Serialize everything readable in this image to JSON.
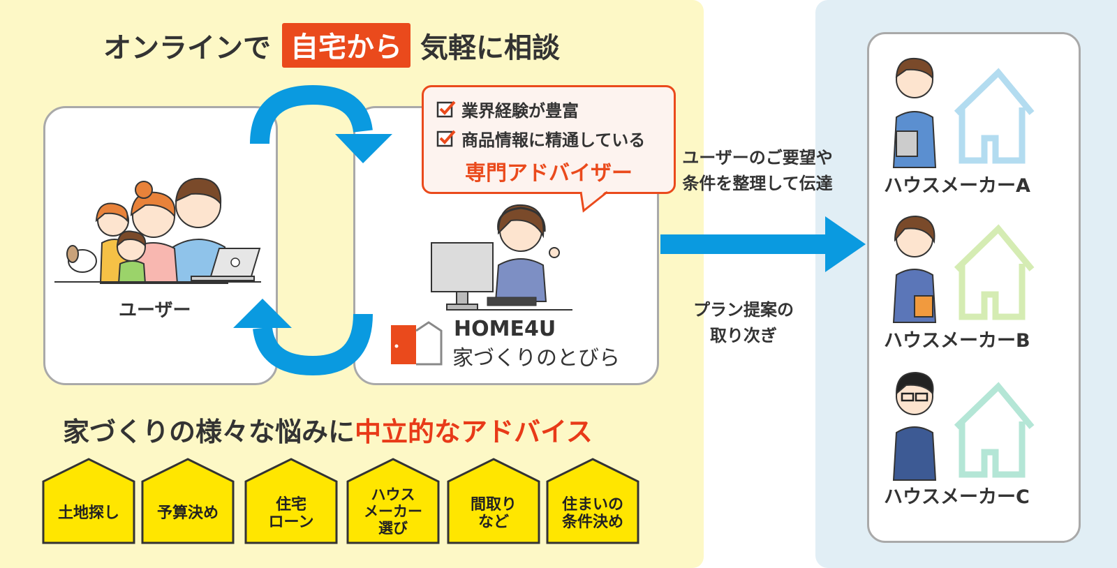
{
  "title": {
    "prefix": "オンラインで",
    "highlight": "自宅から",
    "suffix": "気軽に相談"
  },
  "user_card": {
    "label": "ユーザー"
  },
  "advisor_bubble": {
    "checks": [
      "業界経験が豊富",
      "商品情報に精通している"
    ],
    "title": "専門アドバイザー"
  },
  "logo": {
    "line1": "HOME4U",
    "line2": "家づくりのとびら"
  },
  "bottom_heading": {
    "prefix": "家づくりの様々な悩みに",
    "highlight": "中立的なアドバイス"
  },
  "topics": [
    "土地探し",
    "予算決め",
    "住宅\nローン",
    "ハウス\nメーカー\n選び",
    "間取り\nなど",
    "住まいの\n条件決め"
  ],
  "flow": {
    "to_makers": "ユーザーのご要望や\n条件を整理して伝達",
    "from_makers": "プラン提案の\n取り次ぎ"
  },
  "makers": [
    {
      "label": "ハウスメーカーA",
      "house_color": "#b3dcf0"
    },
    {
      "label": "ハウスメーカーB",
      "house_color": "#d5ecb3"
    },
    {
      "label": "ハウスメーカーC",
      "house_color": "#b4e6d6"
    }
  ],
  "colors": {
    "accent_red": "#ea4a1c",
    "arrow_blue": "#0a9ae0",
    "tile_yellow": "#ffe600",
    "left_bg": "#fdf8c6",
    "right_bg": "#e1eef5"
  }
}
